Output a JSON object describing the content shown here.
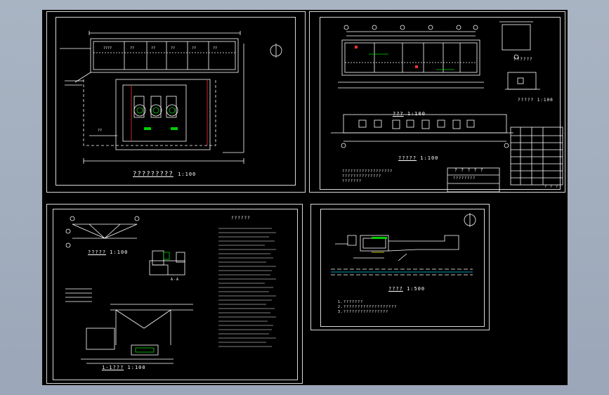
{
  "app": {
    "background": "#a3afbf",
    "canvas_color": "#000000"
  },
  "sheets": [
    {
      "id": "site-plan",
      "title": "?????????",
      "scale": "1:100"
    },
    {
      "id": "building-plan",
      "plan_title": "???",
      "plan_scale": "1:100",
      "elev_title": "?????",
      "elev_scale": "1:100",
      "small_elev_title": "??????",
      "small_plan_title": "?????",
      "small_plan_scale": "1:100",
      "legend_title": "? ? ? ? ?",
      "legend_row": "????????",
      "table_footer": "? ? ?",
      "notes": [
        "??????????????????",
        "??????????????",
        "???????"
      ]
    },
    {
      "id": "details",
      "plan_title": "?????",
      "plan_scale": "1:100",
      "section_title": "1-1???",
      "section_scale": "1:100",
      "label_aa": "A-A",
      "notes_title": "??????"
    },
    {
      "id": "location",
      "title": "????",
      "scale": "1:500",
      "notes": [
        "1.???????",
        "2.???????????????????",
        "3.????????????????"
      ]
    }
  ],
  "colors": {
    "line": "#ffffff",
    "accent_green": "#00d000",
    "accent_red": "#ff3030",
    "accent_yellow": "#ffff00",
    "accent_cyan": "#00c8ff",
    "dim_gray": "#c0c0c0"
  }
}
